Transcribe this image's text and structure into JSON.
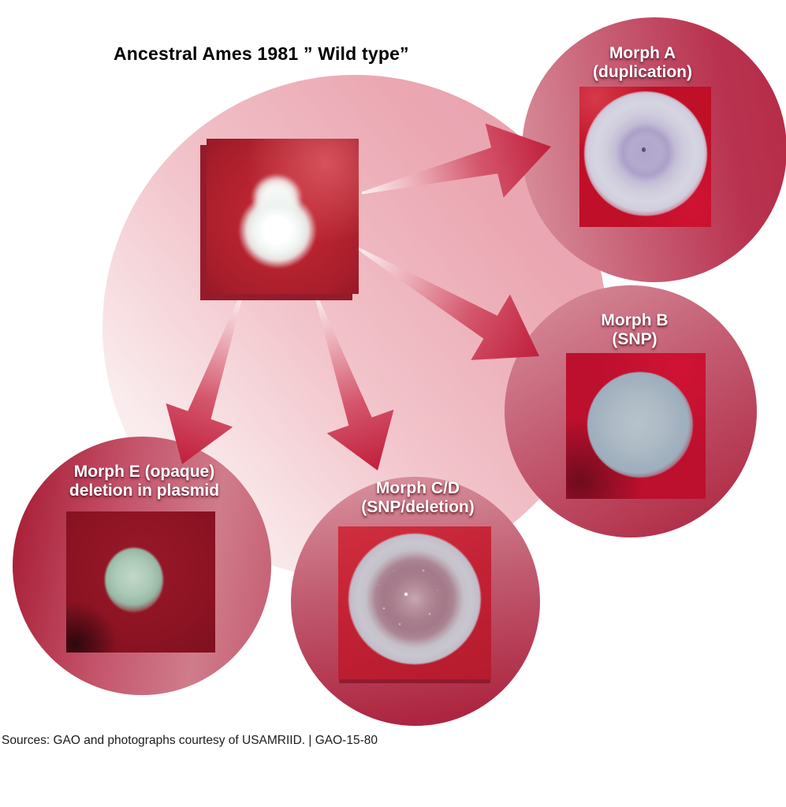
{
  "title": "Ancestral Ames 1981 ” Wild type”",
  "ancestor": {
    "id": "ancestral",
    "name": "Ancestral Ames 1981 Wild type"
  },
  "morphs": [
    {
      "id": "morph-a",
      "line1": "Morph A",
      "line2": "(duplication)"
    },
    {
      "id": "morph-b",
      "line1": "Morph B",
      "line2": "(SNP)"
    },
    {
      "id": "morph-cd",
      "line1": "Morph C/D",
      "line2": "(SNP/deletion)"
    },
    {
      "id": "morph-e",
      "line1": "Morph E (opaque)",
      "line2": "deletion in plasmid"
    }
  ],
  "arrows": [
    {
      "from": "ancestral",
      "to": "morph-a"
    },
    {
      "from": "ancestral",
      "to": "morph-b"
    },
    {
      "from": "ancestral",
      "to": "morph-cd"
    },
    {
      "from": "ancestral",
      "to": "morph-e"
    }
  ],
  "footer": "Sources: GAO and photographs courtesy of USAMRIID. | GAO-15-80",
  "colors": {
    "accent_red": "#c01f3c",
    "circle_deep_red": "#b42a45",
    "blob_pink": "#eba8b3",
    "agar_red": "#bc2531",
    "agar_dark_red": "#8c1322",
    "label_text": "#ffffff",
    "title_text": "#000000",
    "background": "#ffffff"
  }
}
